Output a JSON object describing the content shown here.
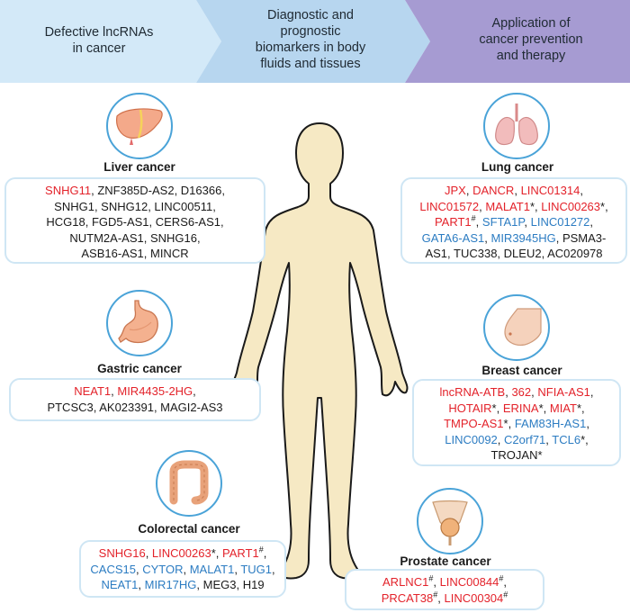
{
  "header": {
    "stages": [
      {
        "lines": [
          "Defective lncRNAs",
          "in cancer"
        ]
      },
      {
        "lines": [
          "Diagnostic and",
          "prognostic",
          "biomarkers in body",
          "fluids and tissues"
        ]
      },
      {
        "lines": [
          "Application of",
          "cancer prevention",
          "and therapy"
        ]
      }
    ],
    "colors": [
      "#d3e9f8",
      "#b7d6ef",
      "#a69bd2"
    ]
  },
  "cancers": [
    {
      "id": "liver",
      "title": "Liver cancer",
      "icon": "liver-icon",
      "lines": [
        [
          {
            "t": "SNHG11",
            "c": "red"
          },
          {
            "t": ", ZNF385D-AS2, D16366,",
            "c": "blk"
          }
        ],
        [
          {
            "t": "SNHG1, SNHG12, LINC00511,",
            "c": "blk"
          }
        ],
        [
          {
            "t": "HCG18, FGD5-AS1, CERS6-AS1,",
            "c": "blk"
          }
        ],
        [
          {
            "t": "NUTM2A-AS1, SNHG16,",
            "c": "blk"
          }
        ],
        [
          {
            "t": "ASB16-AS1, MINCR",
            "c": "blk"
          }
        ]
      ]
    },
    {
      "id": "gastric",
      "title": "Gastric cancer",
      "icon": "stomach-icon",
      "lines": [
        [
          {
            "t": "NEAT1",
            "c": "red"
          },
          {
            "t": ", ",
            "c": "blk"
          },
          {
            "t": "MIR4435-2HG",
            "c": "red"
          },
          {
            "t": ",",
            "c": "blk"
          }
        ],
        [
          {
            "t": "PTCSC3,  AK023391,  MAGI2-AS3",
            "c": "blk"
          }
        ]
      ]
    },
    {
      "id": "colorectal",
      "title": "Colorectal cancer",
      "icon": "colon-icon",
      "lines": [
        [
          {
            "t": "SNHG16",
            "c": "red"
          },
          {
            "t": ", ",
            "c": "blk"
          },
          {
            "t": "LINC00263",
            "c": "red"
          },
          {
            "t": "*, ",
            "c": "blk"
          },
          {
            "t": "PART1",
            "c": "red"
          },
          {
            "t": "#",
            "c": "blk",
            "sup": true
          },
          {
            "t": ",",
            "c": "blk"
          }
        ],
        [
          {
            "t": "CACS15",
            "c": "blue"
          },
          {
            "t": ", ",
            "c": "blk"
          },
          {
            "t": "CYTOR",
            "c": "blue"
          },
          {
            "t": ", ",
            "c": "blk"
          },
          {
            "t": "MALAT1",
            "c": "blue"
          },
          {
            "t": ", ",
            "c": "blk"
          },
          {
            "t": "TUG1",
            "c": "blue"
          },
          {
            "t": ",",
            "c": "blk"
          }
        ],
        [
          {
            "t": "NEAT1",
            "c": "blue"
          },
          {
            "t": ", ",
            "c": "blk"
          },
          {
            "t": "MIR17HG",
            "c": "blue"
          },
          {
            "t": ", MEG3, H19",
            "c": "blk"
          }
        ]
      ]
    },
    {
      "id": "lung",
      "title": "Lung cancer",
      "icon": "lungs-icon",
      "lines": [
        [
          {
            "t": "JPX",
            "c": "red"
          },
          {
            "t": ", ",
            "c": "blk"
          },
          {
            "t": "DANCR",
            "c": "red"
          },
          {
            "t": ", ",
            "c": "blk"
          },
          {
            "t": "LINC01314",
            "c": "red"
          },
          {
            "t": ",",
            "c": "blk"
          }
        ],
        [
          {
            "t": "LINC01572",
            "c": "red"
          },
          {
            "t": ", ",
            "c": "blk"
          },
          {
            "t": "MALAT1",
            "c": "red"
          },
          {
            "t": "*, ",
            "c": "blk"
          },
          {
            "t": "LINC00263",
            "c": "red"
          },
          {
            "t": "*,",
            "c": "blk"
          }
        ],
        [
          {
            "t": "PART1",
            "c": "red"
          },
          {
            "t": "#",
            "c": "blk",
            "sup": true
          },
          {
            "t": ", ",
            "c": "blk"
          },
          {
            "t": "SFTA1P",
            "c": "blue"
          },
          {
            "t": ", ",
            "c": "blk"
          },
          {
            "t": "LINC01272",
            "c": "blue"
          },
          {
            "t": ",",
            "c": "blk"
          }
        ],
        [
          {
            "t": "GATA6-AS1",
            "c": "blue"
          },
          {
            "t": ", ",
            "c": "blk"
          },
          {
            "t": "MIR3945HG",
            "c": "blue"
          },
          {
            "t": ", PSMA3-",
            "c": "blk"
          }
        ],
        [
          {
            "t": "AS1, TUC338, DLEU2, AC020978",
            "c": "blk"
          }
        ]
      ]
    },
    {
      "id": "breast",
      "title": "Breast cancer",
      "icon": "breast-icon",
      "lines": [
        [
          {
            "t": "lncRNA-ATB",
            "c": "red"
          },
          {
            "t": ", ",
            "c": "blk"
          },
          {
            "t": "362",
            "c": "red"
          },
          {
            "t": ", ",
            "c": "blk"
          },
          {
            "t": "NFIA-AS1",
            "c": "red"
          },
          {
            "t": ",",
            "c": "blk"
          }
        ],
        [
          {
            "t": "HOTAIR",
            "c": "red"
          },
          {
            "t": "*, ",
            "c": "blk"
          },
          {
            "t": "ERINA",
            "c": "red"
          },
          {
            "t": "*, ",
            "c": "blk"
          },
          {
            "t": "MIAT",
            "c": "red"
          },
          {
            "t": "*,",
            "c": "blk"
          }
        ],
        [
          {
            "t": "TMPO-AS1",
            "c": "red"
          },
          {
            "t": "*, ",
            "c": "blk"
          },
          {
            "t": "FAM83H-AS1",
            "c": "blue"
          },
          {
            "t": ",",
            "c": "blk"
          }
        ],
        [
          {
            "t": "LINC0092",
            "c": "blue"
          },
          {
            "t": ", ",
            "c": "blk"
          },
          {
            "t": "C2orf71",
            "c": "blue"
          },
          {
            "t": ", ",
            "c": "blk"
          },
          {
            "t": "TCL6",
            "c": "blue"
          },
          {
            "t": "*,",
            "c": "blk"
          }
        ],
        [
          {
            "t": "TROJAN*",
            "c": "blk"
          }
        ]
      ]
    },
    {
      "id": "prostate",
      "title": "Prostate cancer",
      "icon": "prostate-icon",
      "lines": [
        [
          {
            "t": "ARLNC1",
            "c": "red"
          },
          {
            "t": "#",
            "c": "blk",
            "sup": true
          },
          {
            "t": ", ",
            "c": "blk"
          },
          {
            "t": "LINC00844",
            "c": "red"
          },
          {
            "t": "#",
            "c": "blk",
            "sup": true
          },
          {
            "t": ",",
            "c": "blk"
          }
        ],
        [
          {
            "t": "PRCAT38",
            "c": "red"
          },
          {
            "t": "#",
            "c": "blk",
            "sup": true
          },
          {
            "t": ", ",
            "c": "blk"
          },
          {
            "t": "LINC00304",
            "c": "red"
          },
          {
            "t": "#",
            "c": "blk",
            "sup": true
          }
        ]
      ]
    }
  ]
}
